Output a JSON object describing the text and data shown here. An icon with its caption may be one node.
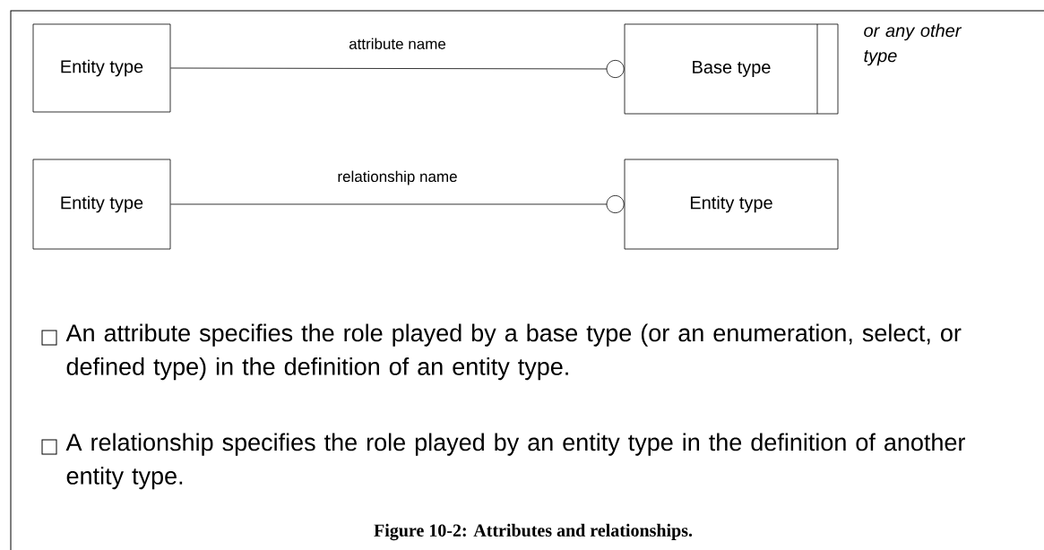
{
  "diagram": {
    "caption": "Figure 10-2: Attributes and relationships.",
    "nodes": [
      {
        "text": [
          "Entity type"
        ]
      },
      {
        "text": [
          "Base type"
        ],
        "beside": [
          "or any other type"
        ]
      },
      {
        "text": [
          "Entity type"
        ]
      },
      {
        "text": [
          "Entity type"
        ]
      }
    ],
    "edges": [
      {
        "from": 0,
        "to": 1,
        "arrow": "other",
        "label": "attribute name"
      },
      {
        "from": 2,
        "to": 3,
        "arrow": "other",
        "label": "relationship name"
      }
    ],
    "labels": [
      "An attribute specifies the role played by a base type (or an enumeration, select, or defined type) in the definition of an entity type.",
      "A relationship specifies the role played by an entity type in the definition of another entity type."
    ]
  }
}
